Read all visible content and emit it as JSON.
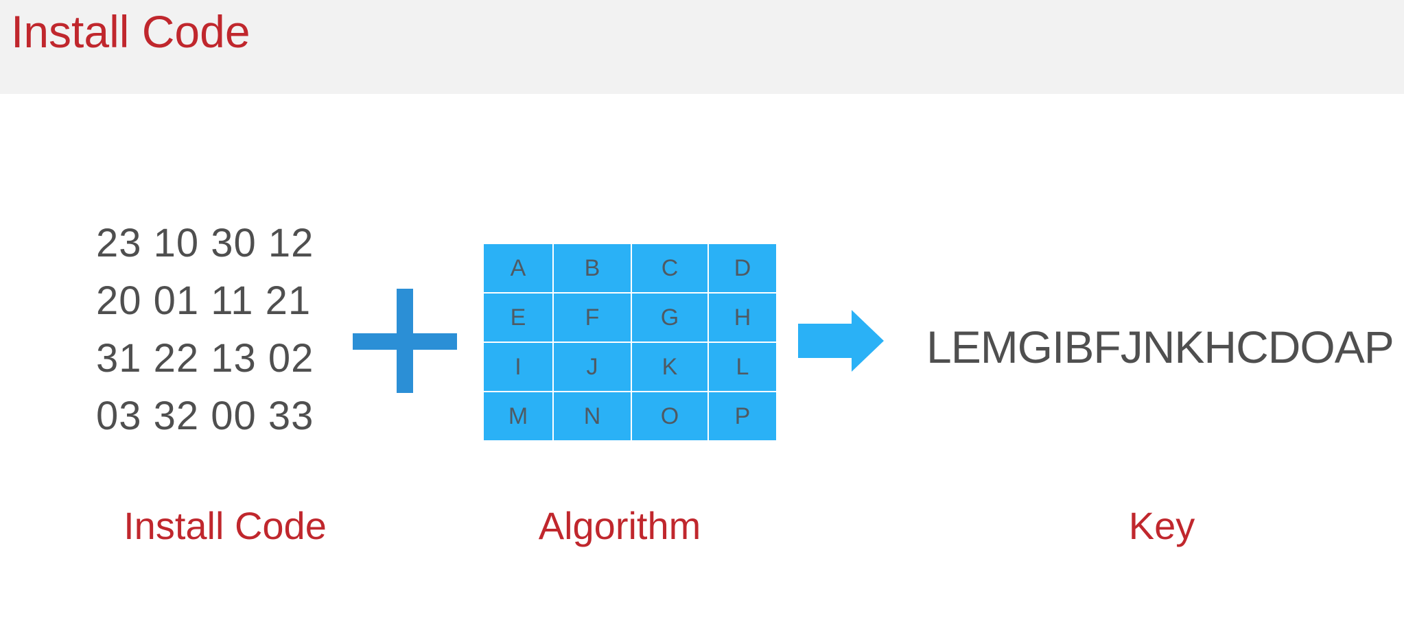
{
  "slide": {
    "title": "Install Code"
  },
  "install_code": {
    "rows": [
      "23 10 30 12",
      "20 01 11 21",
      "31 22 13 02",
      "03 32 00 33"
    ]
  },
  "operator": {
    "plus_icon": "plus-icon",
    "arrow_icon": "arrow-right-icon"
  },
  "algorithm": {
    "cells": [
      "A",
      "B",
      "C",
      "D",
      "E",
      "F",
      "G",
      "H",
      "I",
      "J",
      "K",
      "L",
      "M",
      "N",
      "O",
      "P"
    ]
  },
  "key": {
    "value": "LEMGIBFJNKHCDOAP"
  },
  "captions": {
    "install_code": "Install Code",
    "algorithm": "Algorithm",
    "key": "Key"
  },
  "colors": {
    "title_red": "#c0272d",
    "header_bg": "#f2f2f2",
    "text_gray": "#4f4f4f",
    "plus_blue": "#2b8fd6",
    "grid_blue": "#2ab1f6",
    "arrow_blue": "#2ab1f6"
  }
}
